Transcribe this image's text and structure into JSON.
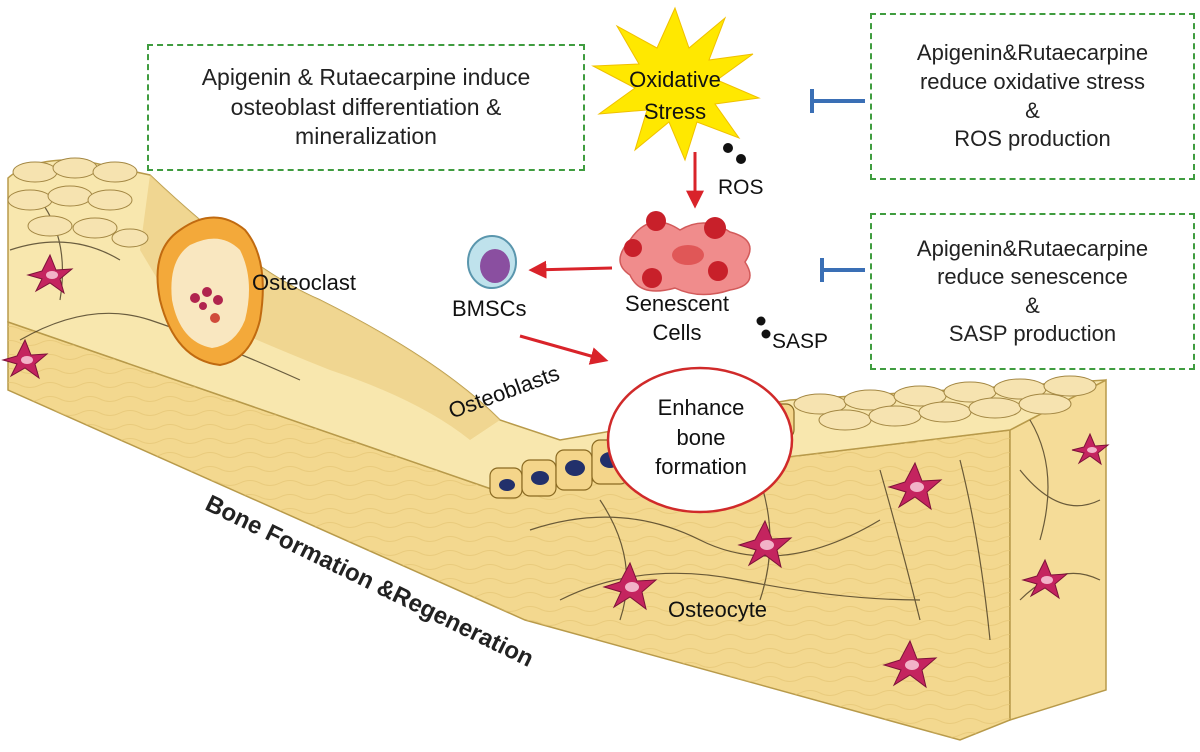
{
  "boxes": {
    "left": {
      "lines": [
        "Apigenin & Rutaecarpine induce",
        "osteoblast differentiation &",
        "mineralization"
      ]
    },
    "top_right": {
      "lines": [
        "Apigenin&Rutaecarpine",
        "reduce oxidative stress",
        "&",
        "ROS production"
      ]
    },
    "mid_right": {
      "lines": [
        "Apigenin&Rutaecarpine",
        "reduce senescence",
        "&",
        "SASP production"
      ]
    }
  },
  "labels": {
    "oxidative_stress": [
      "Oxidative",
      "Stress"
    ],
    "ros": "ROS",
    "senescent_cells": [
      "Senescent",
      "Cells"
    ],
    "sasp": "SASP",
    "bmscs": "BMSCs",
    "osteoclast": "Osteoclast",
    "osteoblasts": "Osteoblasts",
    "enhance": [
      "Enhance",
      "bone",
      "formation"
    ],
    "osteocyte": "Osteocyte",
    "bone_formation": "Bone Formation &Regeneration"
  },
  "colors": {
    "box_border": "#3f9c3f",
    "activation_arrow": "#d9232a",
    "inhibition_bar": "#3a6fb5",
    "bone_fill": "#f7e6a6",
    "bone_shade": "#e8c978",
    "star_fill": "#ffe800",
    "senescent_cell": "#f08c8c",
    "virus_particle": "#c8202a",
    "osteocyte": "#c4245f",
    "bmsc_nucleus": "#8a4fa0",
    "osteoblast_nucleus": "#22306b"
  }
}
